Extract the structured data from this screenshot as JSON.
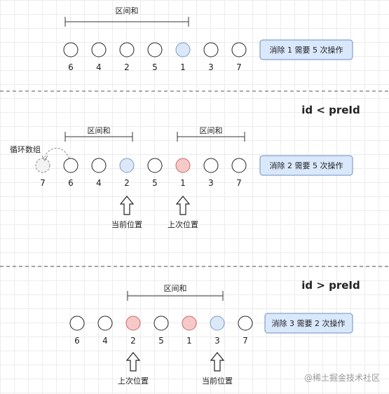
{
  "colors": {
    "blue": "#dce8f7",
    "red": "#f6c9c9",
    "box_fill": "#dae8fc",
    "box_stroke": "#6c8ebf",
    "dashed": "#9a9a9a"
  },
  "sections": [
    {
      "title": "",
      "numbers": [
        "6",
        "4",
        "2",
        "5",
        "1",
        "3",
        "7"
      ],
      "node_colors": [
        "white",
        "white",
        "white",
        "white",
        "blue",
        "white",
        "white"
      ],
      "ranges": [
        {
          "label": "区间和",
          "from": 0,
          "to": 4
        }
      ],
      "box_label": "消除 1 需要 5 次操作",
      "pointers": [],
      "ghost": null
    },
    {
      "title": "id < preId",
      "numbers": [
        "6",
        "4",
        "2",
        "5",
        "1",
        "3",
        "7"
      ],
      "node_colors": [
        "white",
        "white",
        "blue",
        "white",
        "red",
        "white",
        "white"
      ],
      "ranges": [
        {
          "label": "区间和",
          "from": 0,
          "to": 2
        },
        {
          "label": "区间和",
          "from": 4,
          "to": 6
        }
      ],
      "box_label": "消除 2 需要 5 次操作",
      "pointers": [
        {
          "label": "当前位置",
          "index": 2
        },
        {
          "label": "上次位置",
          "index": 4
        }
      ],
      "ghost": {
        "number": "7",
        "label": "循环数组"
      }
    },
    {
      "title": "id > preId",
      "numbers": [
        "6",
        "4",
        "2",
        "5",
        "1",
        "3",
        "7"
      ],
      "node_colors": [
        "white",
        "white",
        "red",
        "white",
        "red",
        "blue",
        "white"
      ],
      "ranges": [
        {
          "label": "区间和",
          "from": 2,
          "to": 5
        }
      ],
      "box_label": "消除 3 需要 2 次操作",
      "pointers": [
        {
          "label": "上次位置",
          "index": 2
        },
        {
          "label": "当前位置",
          "index": 5
        }
      ],
      "ghost": null
    }
  ],
  "watermark": "@稀土掘金技术社区"
}
